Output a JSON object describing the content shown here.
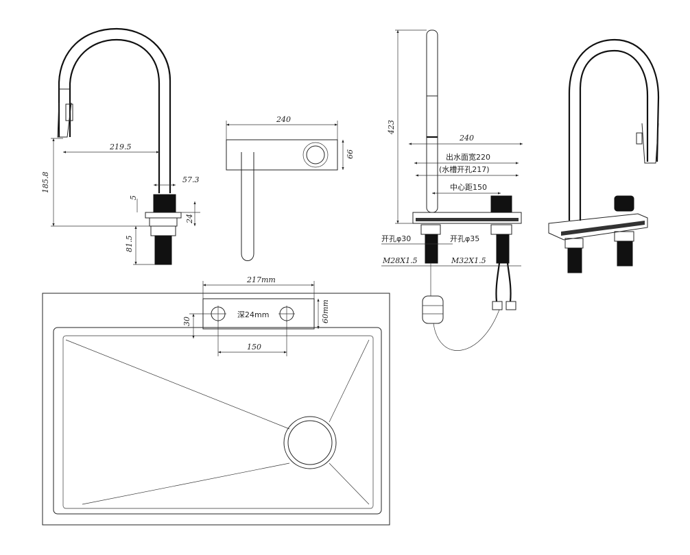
{
  "labels": {
    "spout_reach": "219.5",
    "total_height": "185.8",
    "base_dia": "57.3",
    "base_step": "5",
    "base_height": "24",
    "shank_length": "81.5",
    "top_width": "240",
    "top_height": "66",
    "side_height": "423",
    "front_width": "240",
    "outlet_width": "出水面宽220",
    "sink_hole_width": "(水槽开孔217)",
    "center_distance": "中心距150",
    "hole_left": "开孔φ30",
    "hole_right": "开孔φ35",
    "thread_left": "M28X1.5",
    "thread_right": "M32X1.5",
    "cutout_width": "217mm",
    "cutout_depth": "深24mm",
    "cutout_height": "60mm",
    "hole_offset": "30",
    "hole_spacing": "150"
  }
}
